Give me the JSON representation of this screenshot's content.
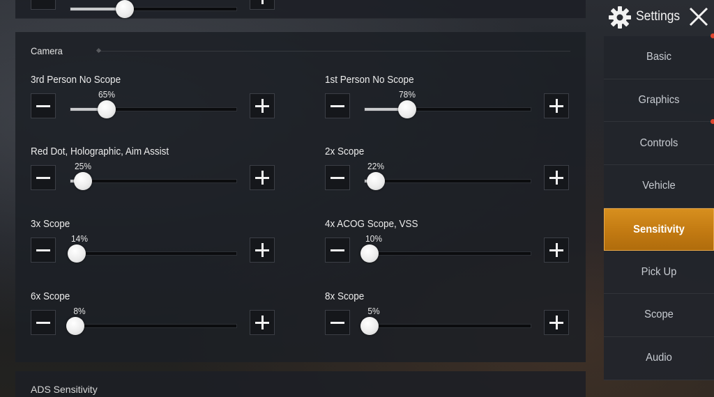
{
  "header": {
    "title": "Settings"
  },
  "nav": {
    "items": [
      {
        "label": "Basic",
        "active": false,
        "dot": true
      },
      {
        "label": "Graphics",
        "active": false,
        "dot": false
      },
      {
        "label": "Controls",
        "active": false,
        "dot": true
      },
      {
        "label": "Vehicle",
        "active": false,
        "dot": false
      },
      {
        "label": "Sensitivity",
        "active": true,
        "dot": false
      },
      {
        "label": "Pick Up",
        "active": false,
        "dot": false
      },
      {
        "label": "Scope",
        "active": false,
        "dot": false
      },
      {
        "label": "Audio",
        "active": false,
        "dot": false
      }
    ]
  },
  "top_slider": {
    "percent": 33
  },
  "camera": {
    "title": "Camera",
    "settings": [
      {
        "label": "3rd Person No Scope",
        "value": "65%",
        "percent": 22
      },
      {
        "label": "1st Person No Scope",
        "value": "78%",
        "percent": 26
      },
      {
        "label": "Red Dot, Holographic, Aim Assist",
        "value": "25%",
        "percent": 8
      },
      {
        "label": "2x Scope",
        "value": "22%",
        "percent": 7
      },
      {
        "label": "3x Scope",
        "value": "14%",
        "percent": 4
      },
      {
        "label": "4x ACOG Scope, VSS",
        "value": "10%",
        "percent": 3
      },
      {
        "label": "6x Scope",
        "value": "8%",
        "percent": 2
      },
      {
        "label": "8x Scope",
        "value": "5%",
        "percent": 1
      }
    ]
  },
  "next_section": {
    "peek": "ADS Sensitivity"
  },
  "colors": {
    "accent": "#c98316",
    "notification": "#e0442c"
  },
  "icons": {
    "settings": "gear-icon",
    "close": "close-icon",
    "decrease": "minus-icon",
    "increase": "plus-icon"
  }
}
